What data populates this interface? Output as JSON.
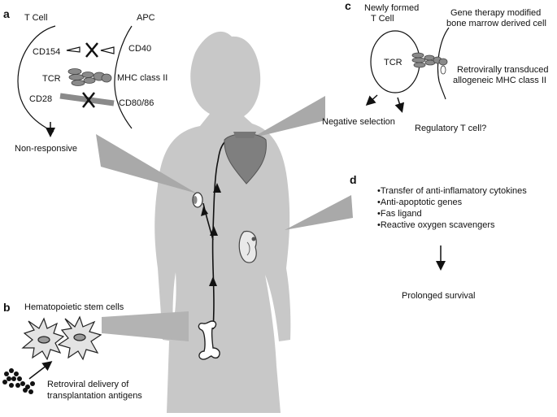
{
  "colors": {
    "silhouette": "#c8c8c8",
    "wedge": "#a9a9a9",
    "ink": "#111111",
    "molecule": "#8a8a8a",
    "heart": "#7f7f7f"
  },
  "panel_a": {
    "letter": "a",
    "t_cell": "T Cell",
    "apc": "APC",
    "cd154": "CD154",
    "cd40": "CD40",
    "tcr": "TCR",
    "mhc": "MHC class II",
    "cd28": "CD28",
    "cd80": "CD80/86",
    "outcome": "Non-responsive"
  },
  "panel_b": {
    "letter": "b",
    "stem_cells": "Hematopoietic stem cells",
    "delivery_1": "Retroviral delivery of",
    "delivery_2": "transplantation antigens"
  },
  "panel_c": {
    "letter": "c",
    "new_t_1": "Newly formed",
    "new_t_2": "T Cell",
    "gene_1": "Gene therapy modified",
    "gene_2": "bone marrow derived cell",
    "tcr": "TCR",
    "retro_1": "Retrovirally transduced",
    "retro_2": "allogeneic MHC class II",
    "neg": "Negative selection",
    "reg": "Regulatory T cell?"
  },
  "panel_d": {
    "letter": "d",
    "items": [
      "•Transfer of anti-inflamatory cytokines",
      "•Anti-apoptotic genes",
      "•Fas ligand",
      "•Reactive oxygen scavengers"
    ],
    "outcome": "Prolonged survival"
  }
}
